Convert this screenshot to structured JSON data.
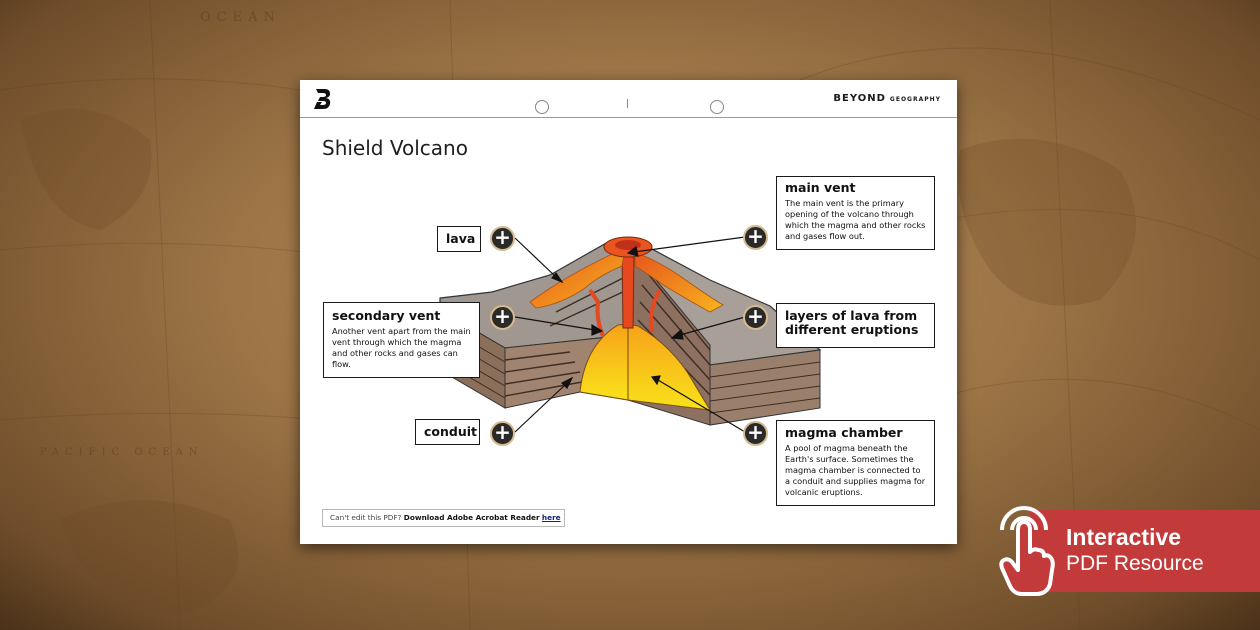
{
  "background": {
    "ocean_top": "OCEAN",
    "ocean_bottom": "PACIFIC OCEAN"
  },
  "sheet": {
    "brand": "BEYOND",
    "brand_sub": "GEOGRAPHY",
    "title": "Shield Volcano",
    "labels": {
      "lava": "lava",
      "main_vent": {
        "title": "main vent",
        "desc": "The main vent is the primary opening of the volcano through which the magma and other rocks and gases flow out."
      },
      "secondary_vent": {
        "title": "secondary vent",
        "desc": "Another vent apart from the main vent through which the magma and other rocks and gases can flow."
      },
      "layers": "layers of lava from different eruptions",
      "conduit": "conduit",
      "magma_chamber": {
        "title": "magma chamber",
        "desc": "A pool of magma beneath the Earth's surface. Sometimes the magma chamber is connected to a conduit and supplies magma for volcanic eruptions."
      }
    },
    "plus_symbol": "+",
    "help": {
      "prefix": "Can't edit this PDF?",
      "middle": "Download Adobe Acrobat Reader",
      "link": "here"
    }
  },
  "badge": {
    "title": "Interactive",
    "subtitle": "PDF Resource",
    "color": "#c23a3a",
    "icon": "touch-hand-icon"
  }
}
